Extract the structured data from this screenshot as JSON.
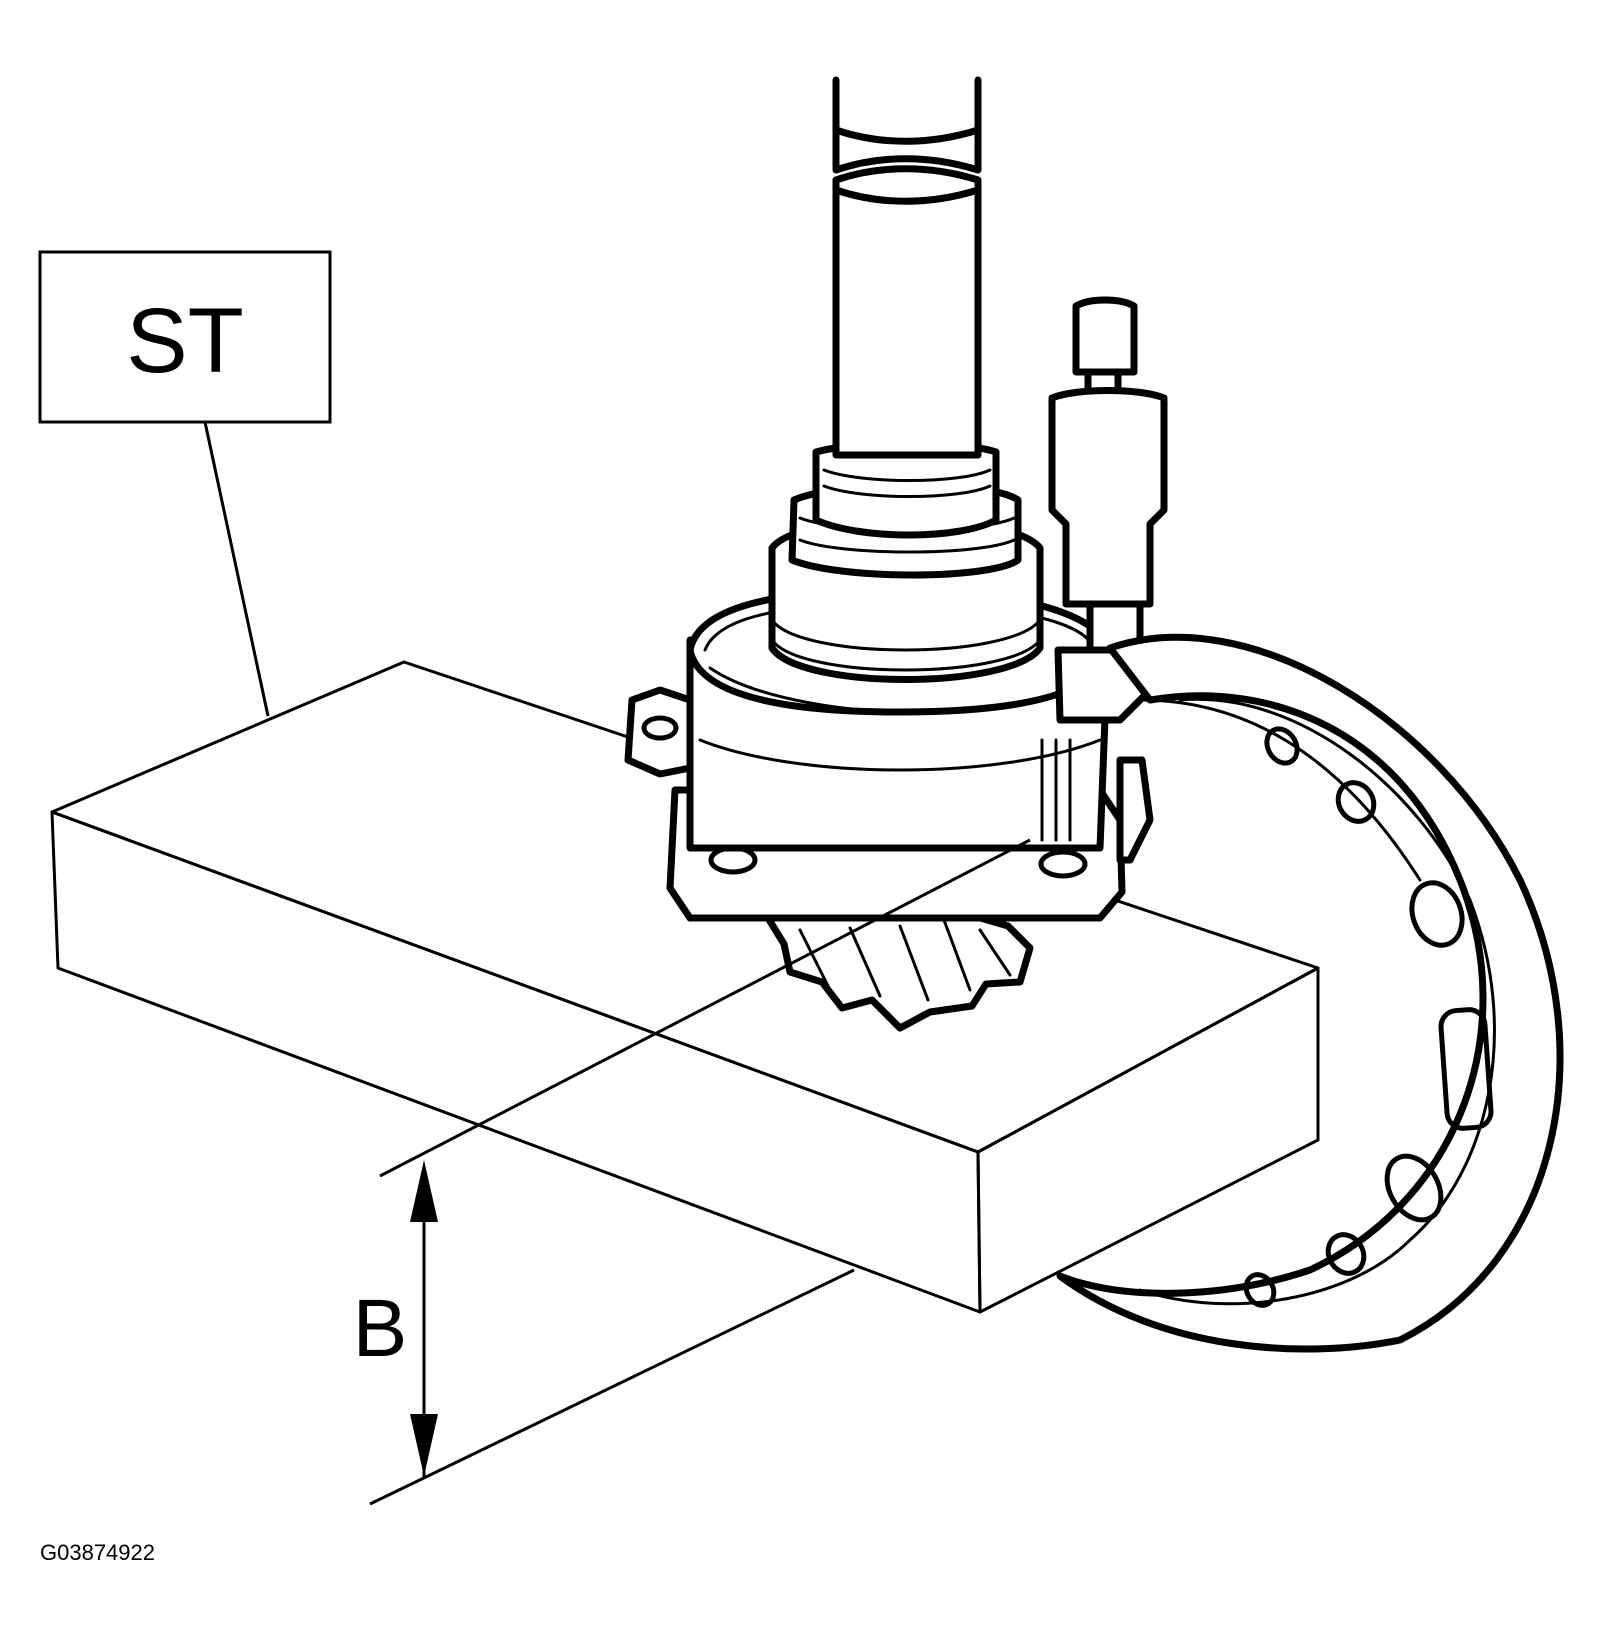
{
  "callouts": {
    "special_tool_label": "ST",
    "dimension_label": "B"
  },
  "figure_id": "G03874922",
  "colors": {
    "line": "#000000",
    "background": "#ffffff"
  }
}
